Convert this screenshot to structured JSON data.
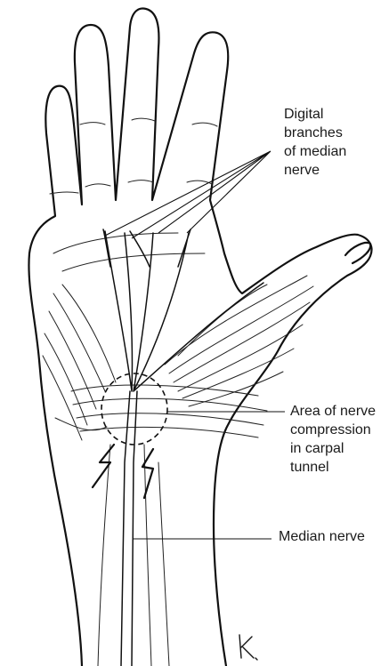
{
  "figure": {
    "labels": {
      "digital_branches": "Digital\nbranches\nof median\nnerve",
      "compression_area": "Area of nerve\ncompression\nin carpal\ntunnel",
      "median_nerve": "Median nerve"
    },
    "illustrator_mark": "K."
  }
}
